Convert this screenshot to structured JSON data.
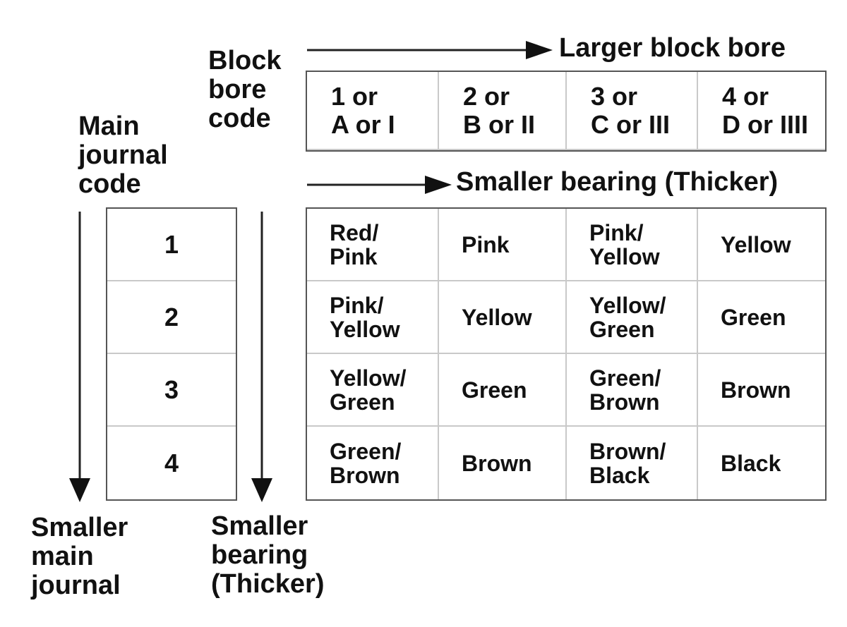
{
  "labels": {
    "block_bore_code": "Block\nbore\ncode",
    "main_journal_code": "Main\njournal\ncode",
    "larger_block_bore": "Larger block bore",
    "smaller_bearing_top": "Smaller bearing (Thicker)",
    "smaller_main_journal": "Smaller\nmain\njournal",
    "smaller_bearing_bottom": "Smaller\nbearing\n(Thicker)"
  },
  "block_bore_codes": [
    "1 or\nA or I",
    "2 or\nB or II",
    "3 or\nC or III",
    "4 or\nD or IIII"
  ],
  "main_journal_codes": [
    "1",
    "2",
    "3",
    "4"
  ],
  "bearing_colors": [
    [
      "Red/\nPink",
      "Pink",
      "Pink/\nYellow",
      "Yellow"
    ],
    [
      "Pink/\nYellow",
      "Yellow",
      "Yellow/\nGreen",
      "Green"
    ],
    [
      "Yellow/\nGreen",
      "Green",
      "Green/\nBrown",
      "Brown"
    ],
    [
      "Green/\nBrown",
      "Brown",
      "Brown/\nBlack",
      "Black"
    ]
  ]
}
